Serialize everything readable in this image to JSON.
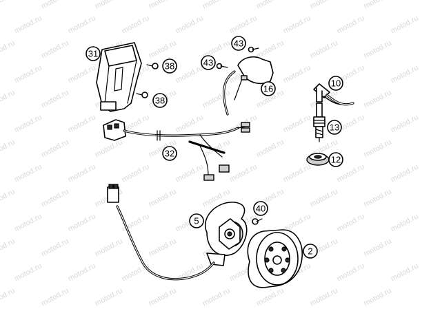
{
  "watermark": "motod.ru",
  "callouts": {
    "c31": "31",
    "c38a": "38",
    "c38b": "38",
    "c43a": "43",
    "c43b": "43",
    "c16": "16",
    "c10": "10",
    "c13": "13",
    "c12": "12",
    "c32": "32",
    "c5": "5",
    "c40": "40",
    "c2": "2"
  },
  "parts": {
    "p31": "cdi-unit",
    "p38": "cdi-mounting-bolt",
    "p43": "ignition-coil-bolt",
    "p16": "ignition-coil",
    "p10": "spark-plug-cap",
    "p13": "spark-plug",
    "p12": "spark-plug-seal",
    "p32": "wiring-harness",
    "p5": "stator",
    "p40": "stator-screw",
    "p2": "rotor-flywheel"
  }
}
